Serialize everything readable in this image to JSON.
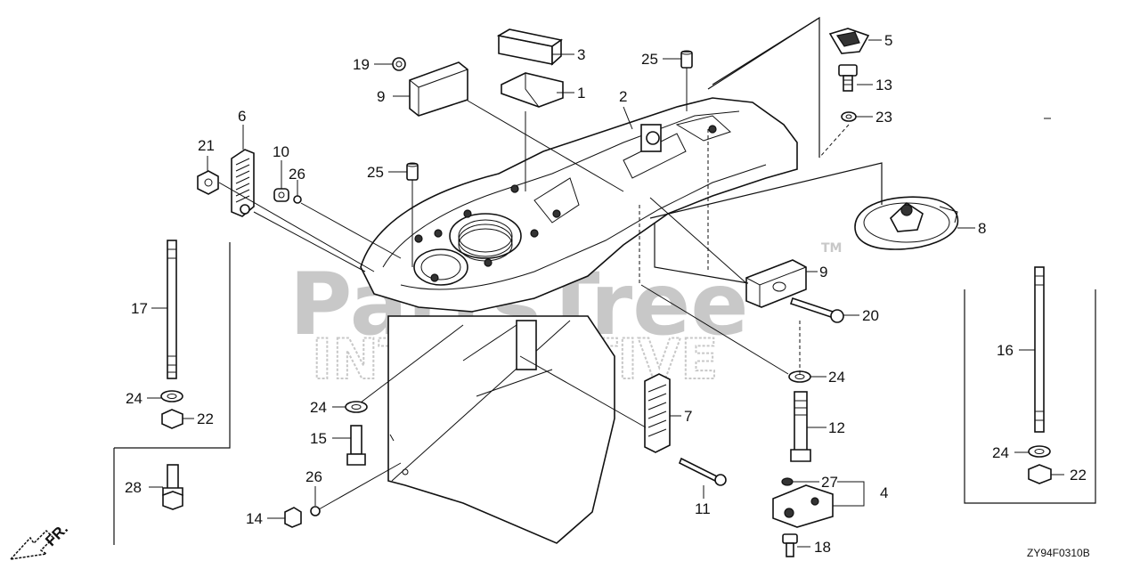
{
  "watermark": {
    "line1": "PartsTree",
    "line2": "INTERACTIVE",
    "tm": "TM"
  },
  "diagram_code": "ZY94F0310B",
  "front_arrow": "FR.",
  "callouts": {
    "c1": "1",
    "c2": "2",
    "c3": "3",
    "c4": "4",
    "c5": "5",
    "c6": "6",
    "c7": "7",
    "c8": "8",
    "c9a": "9",
    "c9b": "9",
    "c10": "10",
    "c11": "11",
    "c12": "12",
    "c13": "13",
    "c14": "14",
    "c15": "15",
    "c16": "16",
    "c17": "17",
    "c18": "18",
    "c19": "19",
    "c20": "20",
    "c21": "21",
    "c22a": "22",
    "c22b": "22",
    "c23": "23",
    "c24a": "24",
    "c24b": "24",
    "c24c": "24",
    "c24d": "24",
    "c25a": "25",
    "c25b": "25",
    "c26a": "26",
    "c26b": "26",
    "c27": "27",
    "c28": "28"
  },
  "colors": {
    "line": "#111111",
    "watermark": "#c8c8c8",
    "background": "#ffffff"
  }
}
